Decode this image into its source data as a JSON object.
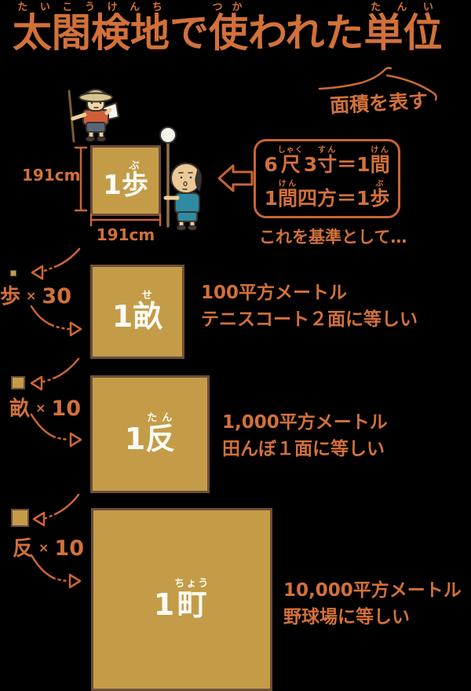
{
  "title": {
    "ruby": [
      {
        "base": "太閤検地",
        "rt": "たいこうけんち"
      },
      {
        "base": "で",
        "rt": ""
      },
      {
        "base": "使",
        "rt": "つか"
      },
      {
        "base": "われた",
        "rt": ""
      },
      {
        "base": "単位",
        "rt": "たんい"
      }
    ],
    "note": "面積を表す"
  },
  "base_unit": {
    "label_ruby": [
      {
        "base": "1",
        "rt": ""
      },
      {
        "base": "歩",
        "rt": "ぶ"
      }
    ],
    "height_label": "191cm",
    "width_label": "191cm",
    "callout_line1_ruby": [
      {
        "base": "6",
        "rt": ""
      },
      {
        "base": "尺",
        "rt": "しゃく"
      },
      {
        "base": "3",
        "rt": ""
      },
      {
        "base": "寸",
        "rt": "すん"
      },
      {
        "base": "＝1",
        "rt": ""
      },
      {
        "base": "間",
        "rt": "けん"
      }
    ],
    "callout_line2_ruby": [
      {
        "base": "1",
        "rt": ""
      },
      {
        "base": "間",
        "rt": "けん"
      },
      {
        "base": "四方＝1",
        "rt": ""
      },
      {
        "base": "歩",
        "rt": "ぶ"
      }
    ],
    "baseline_note": "これを基準として…"
  },
  "sections": [
    {
      "formula": {
        "unit": "歩",
        "sign": "×",
        "value": "30"
      },
      "label_ruby": [
        {
          "base": "1",
          "rt": ""
        },
        {
          "base": "畝",
          "rt": "せ"
        }
      ],
      "desc1": "100平方メートル",
      "desc2": "テニスコート２面に等しい"
    },
    {
      "formula": {
        "unit": "畝",
        "sign": "×",
        "value": "10"
      },
      "label_ruby": [
        {
          "base": "1",
          "rt": ""
        },
        {
          "base": "反",
          "rt": "たん"
        }
      ],
      "desc1": "1,000平方メートル",
      "desc2": "田んぼ１面に等しい"
    },
    {
      "formula": {
        "unit": "反",
        "sign": "×",
        "value": "10"
      },
      "label_ruby": [
        {
          "base": "1",
          "rt": ""
        },
        {
          "base": "町",
          "rt": "ちょう"
        }
      ],
      "desc1": "10,000平方メートル",
      "desc2": "野球場に等しい"
    }
  ],
  "colors": {
    "accent_orange": "#d2713a",
    "line_orange": "#c96434",
    "square_gold": "#c49c48",
    "square_border_brown": "#6f4e39",
    "label_white": "#fdfbf5",
    "background": "#000000"
  }
}
